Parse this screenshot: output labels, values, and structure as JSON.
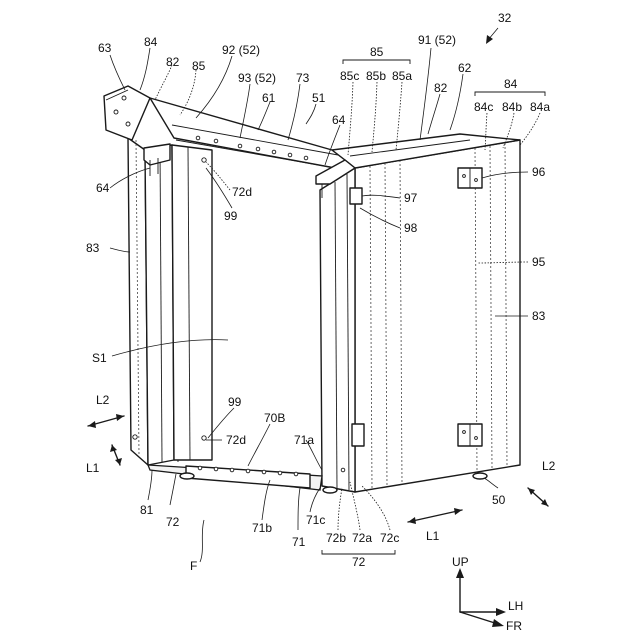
{
  "figure": {
    "labels": {
      "l32": "32",
      "l63": "63",
      "l84_left": "84",
      "l82_left": "82",
      "l85_left": "85",
      "l92": "92 (52)",
      "l93": "93 (52)",
      "l73": "73",
      "l61": "61",
      "l51": "51",
      "l64_mid": "64",
      "l85_group": "85",
      "l85c": "85c",
      "l85b": "85b",
      "l85a": "85a",
      "l91": "91 (52)",
      "l82_right": "82",
      "l62": "62",
      "l84_group": "84",
      "l84c": "84c",
      "l84b": "84b",
      "l84a": "84a",
      "l64_left": "64",
      "l72d_top": "72d",
      "l99_top": "99",
      "l97": "97",
      "l98": "98",
      "l96": "96",
      "l83_left": "83",
      "l95": "95",
      "l83_right": "83",
      "lS1": "S1",
      "lL2_left": "L2",
      "lL1_left": "L1",
      "l99_bottom": "99",
      "l72d_bottom": "72d",
      "l70B": "70B",
      "l71a": "71a",
      "l81": "81",
      "l72_left": "72",
      "l71b": "71b",
      "l71c": "71c",
      "l71": "71",
      "l72b": "72b",
      "l72a": "72a",
      "l72c": "72c",
      "l72_group": "72",
      "lL1_right": "L1",
      "lL2_right": "L2",
      "l50": "50",
      "lF": "F",
      "lUP": "UP",
      "lLH": "LH",
      "lFR": "FR"
    }
  }
}
